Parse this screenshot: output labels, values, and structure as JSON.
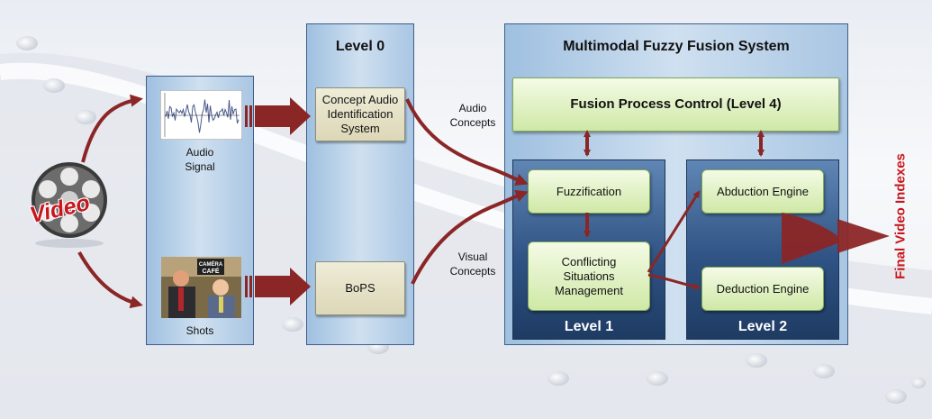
{
  "video_badge": {
    "text": "Video"
  },
  "input_panel": {
    "audio_label": "Audio\nSignal",
    "shots_label": "Shots",
    "shots_thumb_caption": "CAMÉRA\nCAFÉ"
  },
  "level0_panel": {
    "title": "Level 0",
    "audio_box": "Concept Audio\nIdentification\nSystem",
    "visual_box": "BoPS"
  },
  "edge_labels": {
    "audio_concepts": "Audio\nConcepts",
    "visual_concepts": "Visual\nConcepts"
  },
  "fusion_panel": {
    "title": "Multimodal Fuzzy Fusion System",
    "control_box": "Fusion Process Control (Level 4)",
    "level1": {
      "label": "Level 1",
      "fuzzification": "Fuzzification",
      "conflicting": "Conflicting\nSituations\nManagement"
    },
    "level2": {
      "label": "Level 2",
      "abduction": "Abduction Engine",
      "deduction": "Deduction Engine"
    }
  },
  "output_label": "Final Video Indexes",
  "colors": {
    "arrow": "#8b2626",
    "output_text": "#c8161d",
    "panel_border": "#3d5f8a",
    "level_box": "#2f5384",
    "green_box": "#cfe8a6"
  }
}
